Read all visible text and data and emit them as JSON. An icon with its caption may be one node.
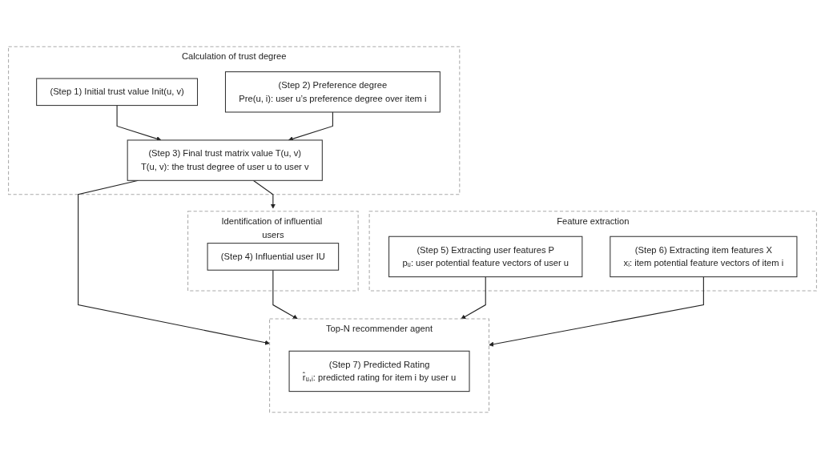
{
  "diagram": {
    "nodes": [
      {
        "text": [
          "Calculation of trust degree"
        ]
      },
      {
        "text": [
          "(Step 1) Initial trust value Init(u, v)"
        ],
        "in": 0
      },
      {
        "text": [
          "(Step 2) Preference degree",
          "Pre(u, i): user u’s preference degree over item i"
        ],
        "in": 0
      },
      {
        "text": [
          "(Step 3) Final trust matrix value T(u, v)",
          "T(u, v): the trust degree of user u to user v"
        ],
        "in": 0
      },
      {
        "text": [
          "Feature extraction"
        ]
      },
      {
        "text": [
          "(Step 5) Extracting user features P",
          "pᵤ: user potential feature vectors of user u"
        ],
        "in": 4
      },
      {
        "text": [
          "(Step 6) Extracting item features X",
          "xᵢ: item potential feature vectors of item i"
        ],
        "in": 4
      },
      {
        "text": [
          "Identification of influential users"
        ]
      },
      {
        "text": [
          "(Step 4) Influential user IU"
        ],
        "in": 7
      },
      {
        "text": [
          "Top-N recommender agent"
        ]
      },
      {
        "text": [
          "(Step 7) Predicted Rating",
          "r̂ᵤ,ᵢ: predicted rating for item i by user u"
        ],
        "in": 9
      }
    ],
    "edges": [
      {
        "from": 1,
        "to": 3,
        "arrow": "to"
      },
      {
        "from": 2,
        "to": 3,
        "arrow": "to"
      },
      {
        "from": 3,
        "to": 7,
        "arrow": "to"
      },
      {
        "from": 3,
        "to": 9,
        "arrow": "to"
      },
      {
        "from": 8,
        "to": 9,
        "arrow": "to"
      },
      {
        "from": 5,
        "to": 9,
        "arrow": "to"
      },
      {
        "from": 6,
        "to": 9,
        "arrow": "to"
      }
    ]
  }
}
